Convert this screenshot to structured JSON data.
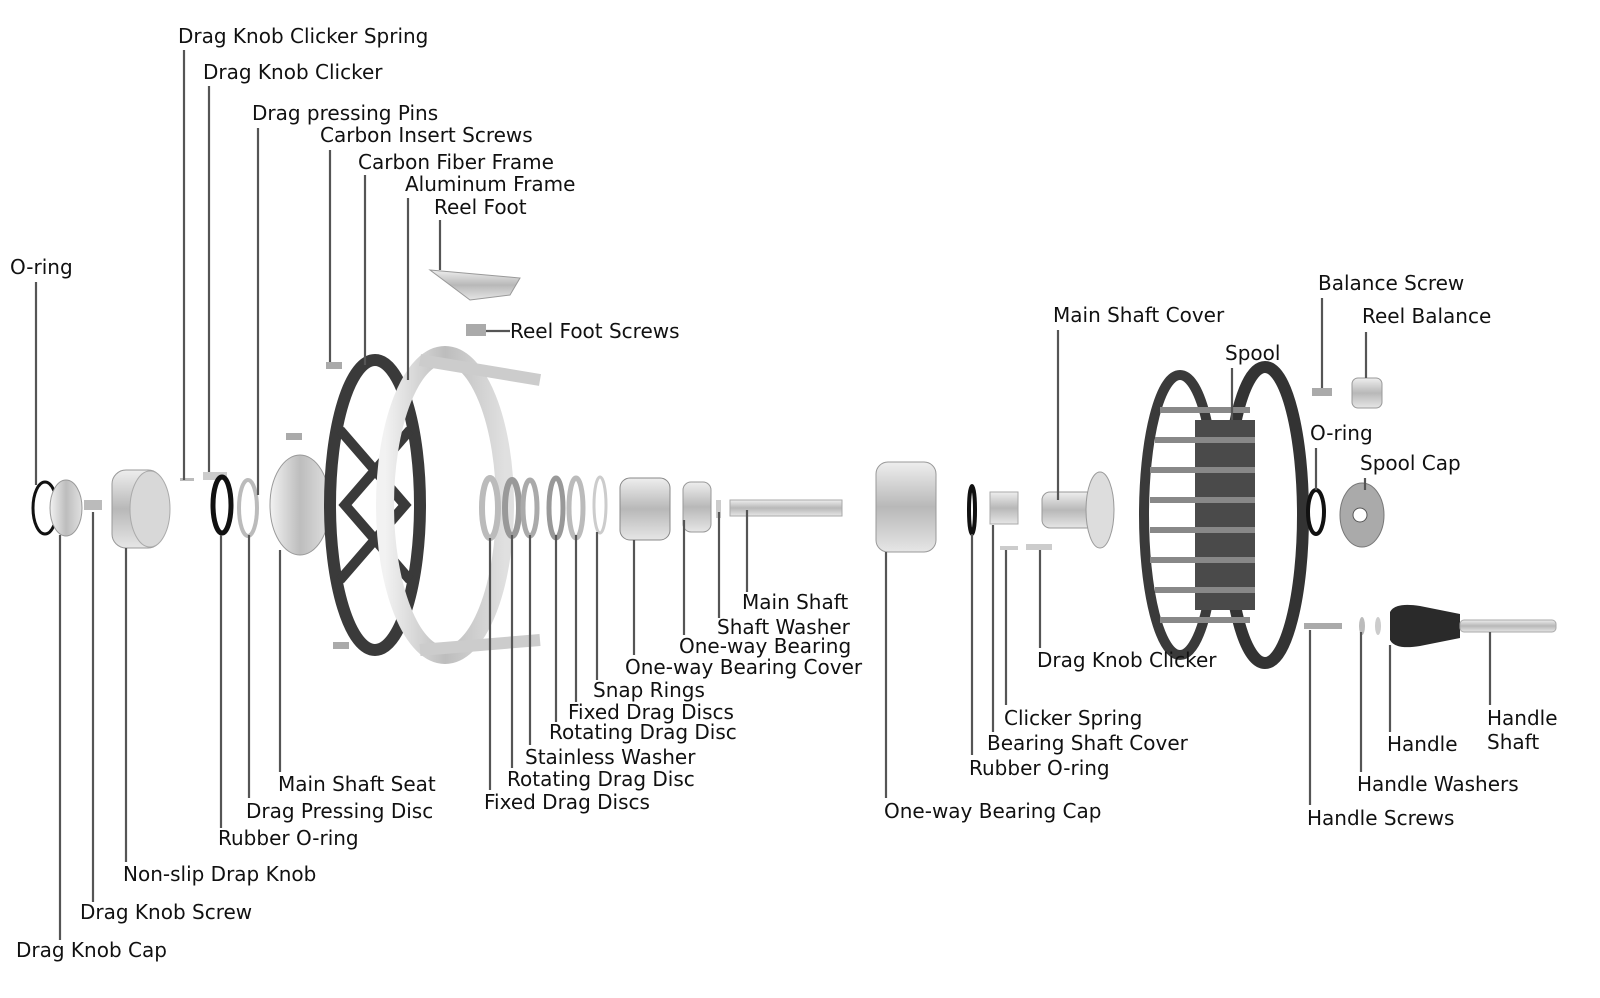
{
  "labels": [
    "Drag Knob Clicker Spring",
    "Drag Knob Clicker",
    "Drag pressing Pins",
    "Carbon Insert Screws",
    "Carbon Fiber Frame",
    "Aluminum Frame",
    "Reel Foot",
    "O-ring",
    "Reel Foot Screws",
    "Main Shaft Cover",
    "Balance Screw",
    "Reel Balance",
    "Spool",
    "O-ring",
    "Spool Cap",
    "Main Shaft",
    "Shaft Washer",
    "One-way Bearing",
    "One-way Bearing Cover",
    "Drag Knob Clicker",
    "Snap Rings",
    "Fixed Drag Discs",
    "Rotating Drag Disc",
    "Clicker Spring",
    "Handle",
    "Shaft",
    "Handle",
    "Bearing Shaft Cover",
    "Stainless Washer",
    "Rubber O-ring",
    "Rotating Drag Disc",
    "Main Shaft Seat",
    "Handle Washers",
    "Fixed Drag Discs",
    "Drag Pressing Disc",
    "One-way Bearing Cap",
    "Handle Screws",
    "Rubber O-ring",
    "Non-slip Drap Knob",
    "Drag Knob Screw",
    "Drag Knob Cap"
  ],
  "colors": {
    "metal": "#c9c9c9",
    "metal_dark": "#8e8e8e",
    "carbon": "#3a3a3a",
    "rubber": "#111111",
    "leader": "#555555"
  }
}
